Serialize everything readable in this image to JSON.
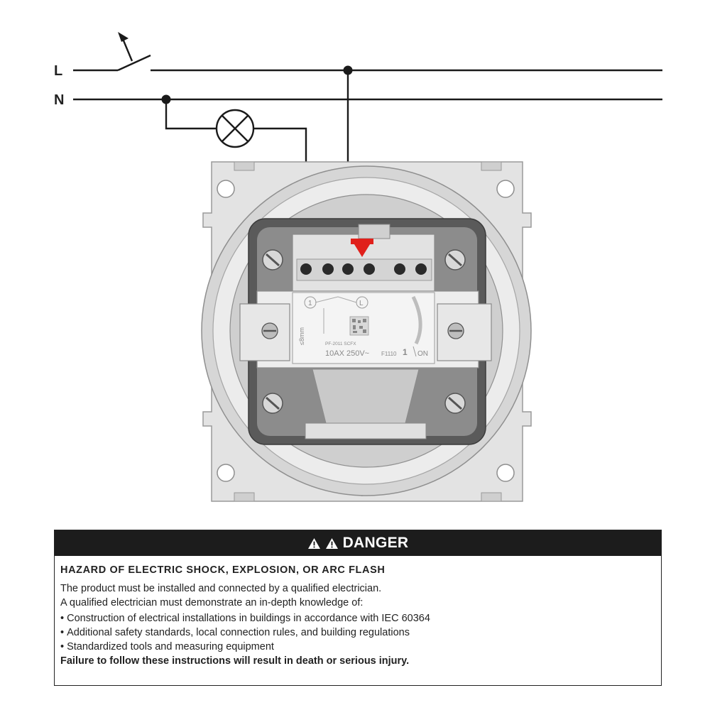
{
  "wiring": {
    "line_label": "L",
    "neutral_label": "N"
  },
  "device_print": {
    "terminal_1": "1",
    "terminal_l": "L",
    "strip_length": "≤8mm",
    "rating": "10AX 250V~",
    "model": "F1110",
    "on_marker": "1",
    "on_text": "ON",
    "part_code": "PF-2011 SCFX"
  },
  "danger": {
    "header": "DANGER",
    "hazard_title": "HAZARD OF ELECTRIC SHOCK, EXPLOSION, OR ARC FLASH",
    "intro_line_1": "The product must be installed and connected by a qualified electrician.",
    "intro_line_2": "A qualified electrician must demonstrate an in-depth knowledge of:",
    "bullets": [
      "Construction of electrical installations in buildings in accordance with IEC 60364",
      "Additional safety standards, local connection rules, and building regulations",
      "Standardized tools and measuring equipment"
    ],
    "warning": "Failure to follow these instructions will result in death or serious injury."
  },
  "colors": {
    "wire": "#1a1a1a",
    "danger_header_bg": "#1c1c1c",
    "terminal_marker": "#e0201b",
    "device_body": "#e6e6e6"
  }
}
